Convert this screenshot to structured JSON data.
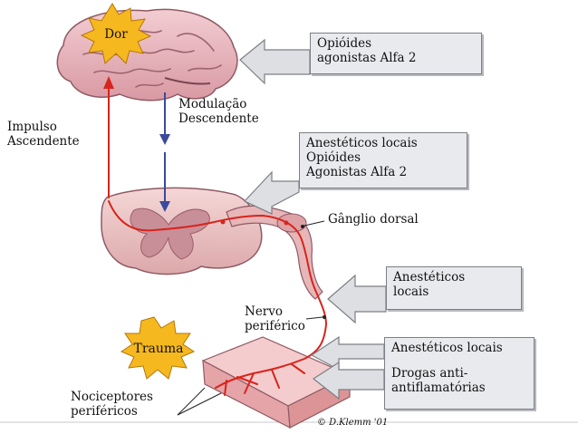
{
  "labels": {
    "dor": "Dor",
    "trauma": "Trauma",
    "modulacao": [
      "Modulação",
      "Descendente"
    ],
    "impulso": [
      "Impulso",
      "Ascendente"
    ],
    "ganglio": "Gânglio dorsal",
    "nervo": [
      "Nervo",
      "periférico"
    ],
    "nociceptores": [
      "Nociceptores",
      "periféricos"
    ],
    "credit": "© D.Klemm '01"
  },
  "boxes": {
    "brain": [
      "Opióides",
      "agonistas Alfa 2"
    ],
    "spinal": [
      "Anestéticos locais",
      "Opióides",
      "Agonistas Alfa 2"
    ],
    "nerve": [
      "Anestéticos",
      "locais"
    ],
    "periph_1": [
      "Anestéticos locais"
    ],
    "periph_2": [
      "Drogas anti-",
      "antiflamatórias"
    ]
  },
  "colors": {
    "ascending": "#d8241c",
    "descending": "#3a4a9c",
    "tissue": "#eec7c5",
    "burst": "#f6b81f",
    "box_fill": "#e9eaee",
    "arrow_fill": "#dedfe3"
  }
}
